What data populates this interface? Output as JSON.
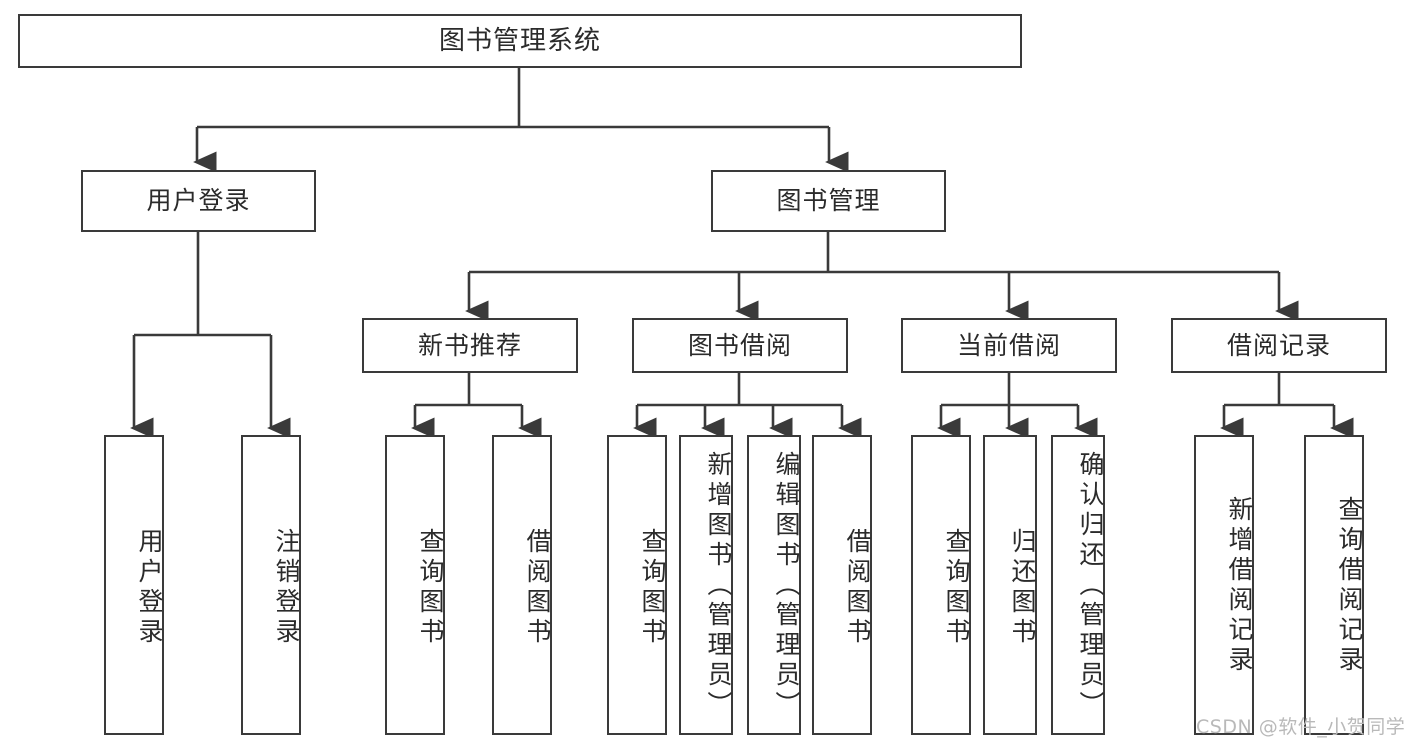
{
  "diagram": {
    "title": "图书管理系统",
    "watermark": "CSDN @软件_小贺同学",
    "colors": {
      "stroke": "#3a3a3a",
      "fill": "#ffffff",
      "text": "#2b2b2b",
      "watermark": "#b9b9b9",
      "background": "#ffffff"
    },
    "root": {
      "label": "图书管理系统"
    },
    "level1": [
      {
        "label": "用户登录"
      },
      {
        "label": "图书管理"
      }
    ],
    "level2": [
      {
        "label": "新书推荐"
      },
      {
        "label": "图书借阅"
      },
      {
        "label": "当前借阅"
      },
      {
        "label": "借阅记录"
      }
    ],
    "leaves": {
      "user_login": [
        {
          "label": "用户登录"
        },
        {
          "label": "注销登录"
        }
      ],
      "new_book_recommend": [
        {
          "label": "查询图书"
        },
        {
          "label": "借阅图书"
        }
      ],
      "book_borrow": [
        {
          "label": "查询图书"
        },
        {
          "label": "新增图书（管理员）"
        },
        {
          "label": "编辑图书（管理员）"
        },
        {
          "label": "借阅图书"
        }
      ],
      "current_borrow": [
        {
          "label": "查询图书"
        },
        {
          "label": "归还图书"
        },
        {
          "label": "确认归还（管理员）"
        }
      ],
      "borrow_record": [
        {
          "label": "新增借阅记录"
        },
        {
          "label": "查询借阅记录"
        }
      ]
    }
  }
}
